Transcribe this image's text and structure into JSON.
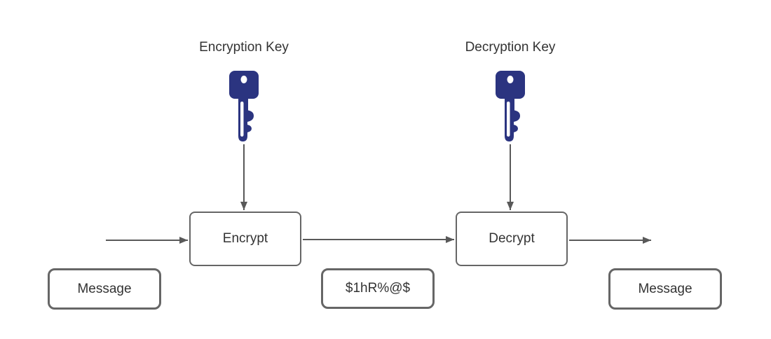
{
  "diagram": {
    "labels": {
      "encryption_key": "Encryption Key",
      "decryption_key": "Decryption Key"
    },
    "nodes": {
      "encrypt": "Encrypt",
      "decrypt": "Decrypt",
      "message_left": "Message",
      "ciphertext": "$1hR%@$",
      "message_right": "Message"
    },
    "icons": {
      "encryption_key": "key-icon",
      "decryption_key": "key-icon"
    },
    "colors": {
      "key_color": "#2b3480",
      "box_border_color": "#666666",
      "arrow_color": "#595959",
      "text_color": "#333333",
      "background_color": "#ffffff"
    }
  }
}
